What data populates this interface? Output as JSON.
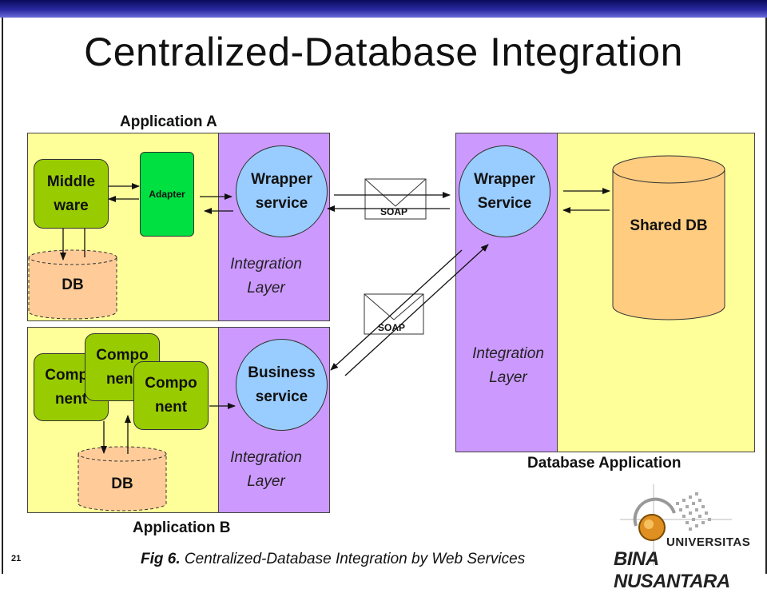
{
  "title": "Centralized-Database Integration",
  "labels": {
    "app_a": "Application A",
    "app_b": "Application B",
    "db_app": "Database Application"
  },
  "app_a": {
    "middleware": "Middle ware",
    "adapter": "Adapter",
    "db": "DB",
    "service": "Wrapper service",
    "layer": "Integration Layer"
  },
  "app_b": {
    "component_1": "Compo nent",
    "component_2": "Compo nent",
    "component_3": "Compo nent",
    "db": "DB",
    "service": "Business service",
    "layer": "Integration Layer"
  },
  "db_application": {
    "service": "Wrapper Service",
    "shared_db": "Shared DB",
    "layer": "Integration Layer"
  },
  "soap": {
    "top": "SOAP",
    "bottom": "SOAP"
  },
  "caption": {
    "prefix": "Fig 6.",
    "text": " Centralized-Database  Integration by Web Services"
  },
  "page_number": "21",
  "logo": {
    "line1": "UNIVERSITAS",
    "line2": "BINA NUSANTARA"
  },
  "colors": {
    "panel_yellow": "#ffff99",
    "panel_purple": "#cc99ff",
    "box_green": "#99cc00",
    "adapter_green": "#00e040",
    "service_blue": "#99ccff",
    "db_orange": "#ffcc99",
    "shared_db_orange": "#ffcc80"
  }
}
